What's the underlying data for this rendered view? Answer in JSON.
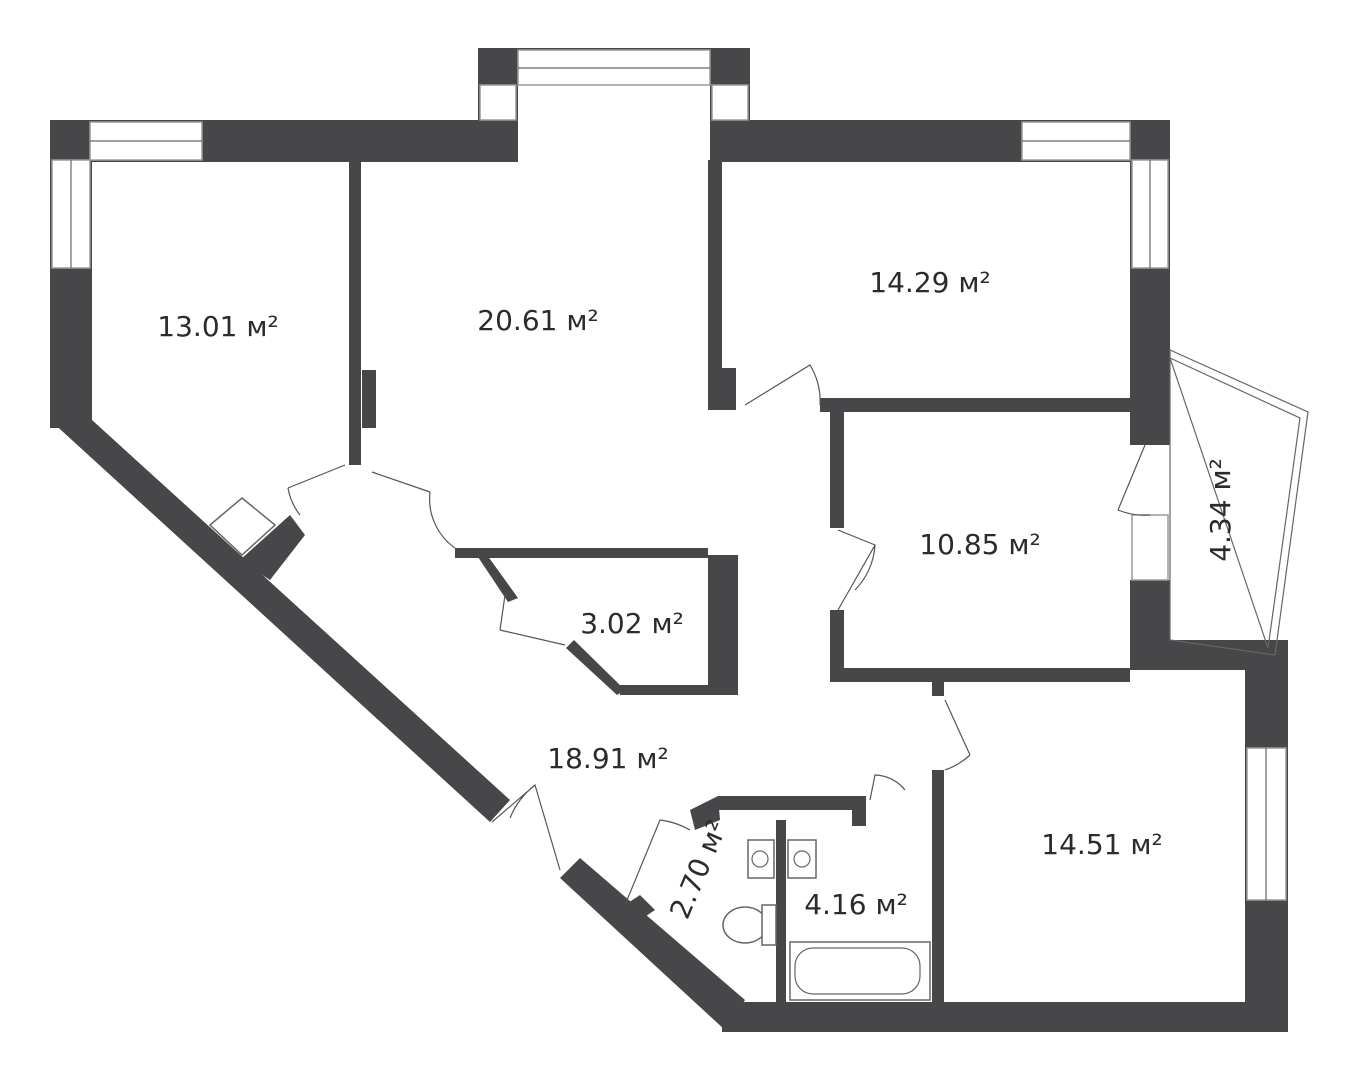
{
  "rooms": [
    {
      "id": "room-1",
      "area": "13.01 м²"
    },
    {
      "id": "room-2",
      "area": "20.61 м²"
    },
    {
      "id": "room-3",
      "area": "14.29 м²"
    },
    {
      "id": "balcony",
      "area": "4.34 м²"
    },
    {
      "id": "room-4",
      "area": "10.85 м²"
    },
    {
      "id": "storage",
      "area": "3.02 м²"
    },
    {
      "id": "hall",
      "area": "18.91 м²"
    },
    {
      "id": "wc",
      "area": "2.70 м²"
    },
    {
      "id": "bath",
      "area": "4.16 м²"
    },
    {
      "id": "room-5",
      "area": "14.51 м²"
    }
  ],
  "colors": {
    "wall": "#474749",
    "text": "#2b2b2b",
    "background": "#ffffff"
  }
}
